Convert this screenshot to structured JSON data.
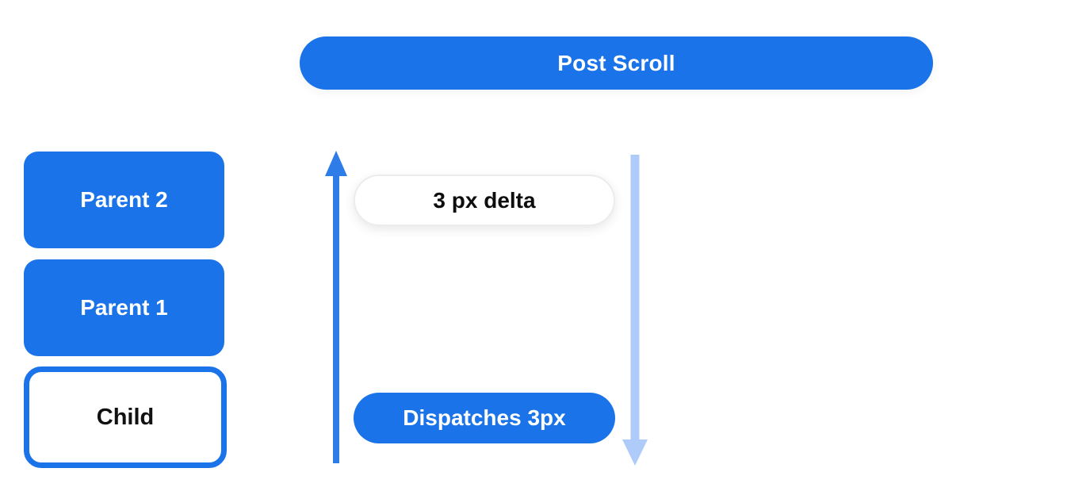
{
  "banner": {
    "label": "Post Scroll"
  },
  "stack": {
    "items": [
      {
        "label": "Parent 2",
        "variant": "filled"
      },
      {
        "label": "Parent 1",
        "variant": "filled"
      },
      {
        "label": "Child",
        "variant": "outlined"
      }
    ]
  },
  "flow": {
    "delta_label": "3 px delta",
    "dispatch_label": "Dispatches 3px",
    "up_arrow": "up-arrow",
    "down_arrow": "down-arrow"
  },
  "colors": {
    "primary_blue": "#1a73e8",
    "arrow_blue": "#2e7ce8",
    "light_blue": "#aecbfa",
    "text_dark": "#111111",
    "pill_border": "#ececec",
    "background": "#ffffff"
  }
}
